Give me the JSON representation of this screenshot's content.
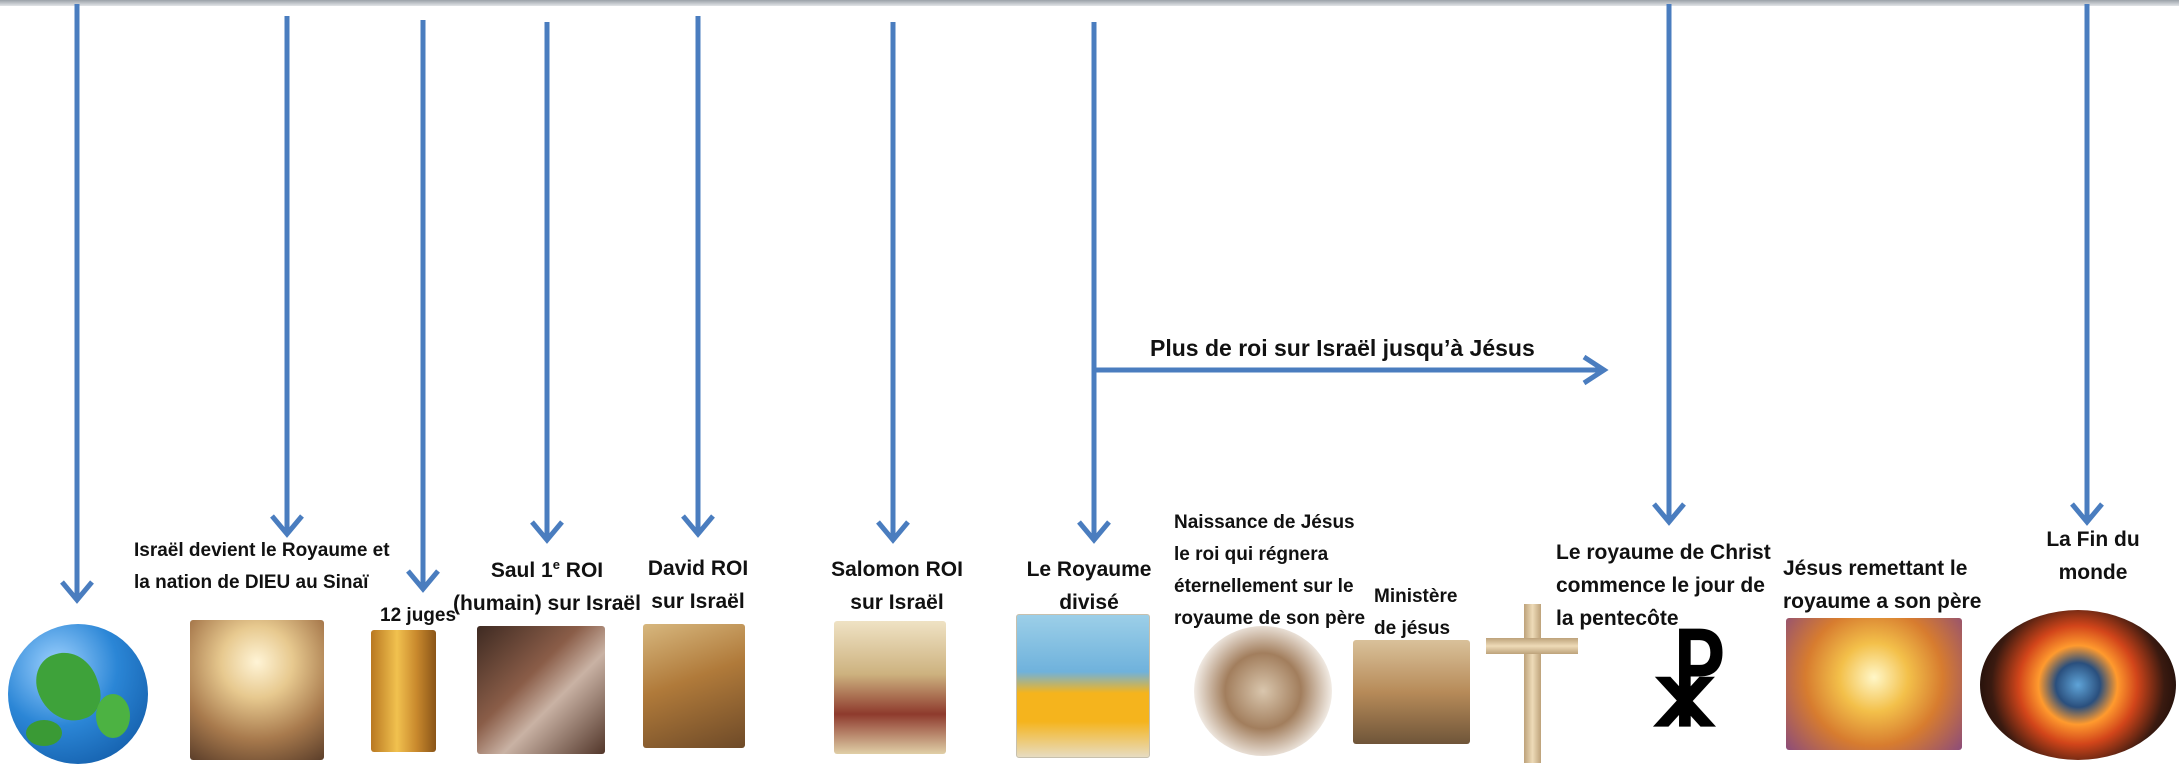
{
  "icons": [
    {
      "name": "globe-icon"
    },
    {
      "name": "cross-icon"
    },
    {
      "name": "chi-rho-icon"
    }
  ],
  "labels": {
    "sinai": [
      "Israël devient le  Royaume  et",
      "la nation de  DIEU  au Sinaï"
    ],
    "juges": "12 juges",
    "saul": [
      "Saul 1",
      "e",
      " ROI",
      "(humain) sur Israël"
    ],
    "david": [
      "David  ROI",
      "sur Israël"
    ],
    "salomon": [
      "Salomon  ROI",
      "sur Israël"
    ],
    "divise": [
      "Le  Royaume",
      "divisé"
    ],
    "plus_de_roi": "Plus de roi  sur Israël  jusqu’à Jésus",
    "naissance": [
      "Naissance de Jésus",
      "le roi qui régnera",
      "éternellement sur le",
      "royaume de son père"
    ],
    "ministere": [
      "Ministère",
      "de jésus"
    ],
    "pentecote": [
      "Le royaume de Christ",
      "commence  le jour de",
      "la pentecôte"
    ],
    "remettant": [
      "Jésus remettant  le",
      "royaume a son père"
    ],
    "fin": [
      "La Fin du",
      "monde"
    ]
  },
  "chirho_glyph": "☧",
  "colors": {
    "arrow": "#4a7dbf",
    "text": "#111111"
  }
}
